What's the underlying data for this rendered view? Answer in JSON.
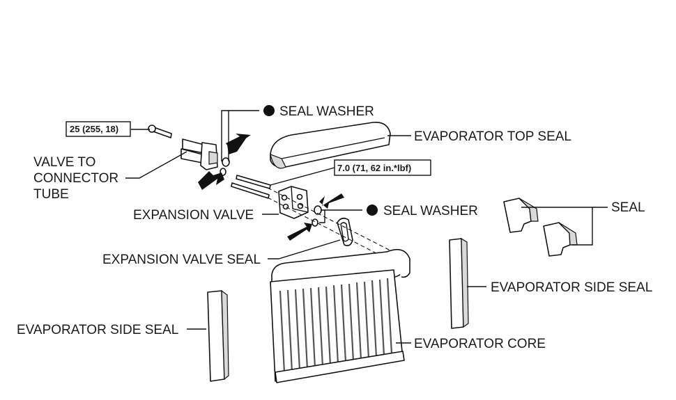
{
  "labels": {
    "seal_washer_top": "SEAL WASHER",
    "evaporator_top_seal": "EVAPORATOR TOP SEAL",
    "torque_valve_tube": "25 (255, 18)",
    "valve_to_connector_tube_line1": "VALVE TO",
    "valve_to_connector_tube_line2": "CONNECTOR",
    "valve_to_connector_tube_line3": "TUBE",
    "torque_expansion_valve": "7.0 (71, 62 in.*lbf)",
    "expansion_valve": "EXPANSION VALVE",
    "seal_washer_lower": "SEAL WASHER",
    "seal": "SEAL",
    "expansion_valve_seal": "EXPANSION VALVE SEAL",
    "evaporator_side_seal_right": "EVAPORATOR SIDE SEAL",
    "evaporator_side_seal_left": "EVAPORATOR SIDE SEAL",
    "evaporator_core": "EVAPORATOR CORE"
  },
  "colors": {
    "ink": "#111111",
    "background": "#ffffff",
    "shade": "#d9d9d9"
  },
  "icons": {
    "new_part_marker": "filled-circle-icon",
    "assembly_direction": "arrow-icon"
  }
}
